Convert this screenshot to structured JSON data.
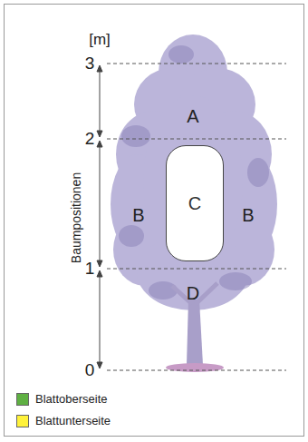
{
  "diagram": {
    "nodes": [
      {
        "text": [
          "C"
        ]
      }
    ],
    "labels": [
      "[m]",
      "3",
      "2",
      "1",
      "0",
      "Baumpositionen",
      "A",
      "B",
      "B",
      "D"
    ],
    "legend": [
      {
        "text": "Blattoberseite",
        "color": "#5fb043"
      },
      {
        "text": "Blattunterseite",
        "color": "#fff23a"
      }
    ]
  }
}
